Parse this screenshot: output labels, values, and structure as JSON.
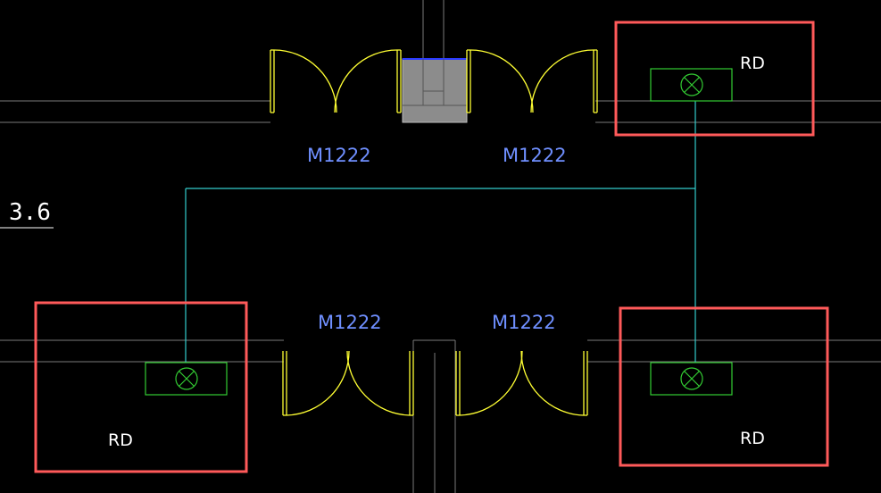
{
  "drawing": {
    "background": "#000000",
    "colors": {
      "wall": "#7a7a7a",
      "door": "#ffff33",
      "door_label": "#6f8fff",
      "wire": "#33cccc",
      "fixture": "#33cc33",
      "highlight": "#ff5a5a",
      "text": "#ffffff"
    },
    "level_mark": "3.6",
    "doors": [
      {
        "label": "M1222"
      },
      {
        "label": "M1222"
      },
      {
        "label": "M1222"
      },
      {
        "label": "M1222"
      }
    ],
    "fixtures": [
      {
        "label": "RD",
        "icon": "crossed-circle-light-icon"
      },
      {
        "label": "RD",
        "icon": "crossed-circle-light-icon"
      },
      {
        "label": "RD",
        "icon": "crossed-circle-light-icon"
      }
    ]
  }
}
